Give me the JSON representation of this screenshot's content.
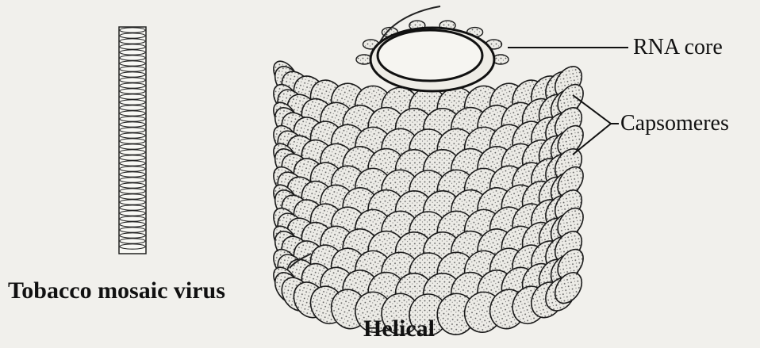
{
  "labels": {
    "rna_core": "RNA core",
    "capsomeres": "Capsomeres",
    "tobacco_mosaic_virus": "Tobacco mosaic virus",
    "helical": "Helical"
  },
  "colors": {
    "background": "#f1f0ec",
    "ink": "#111111",
    "capsomere_fill": "#ecebe6"
  }
}
